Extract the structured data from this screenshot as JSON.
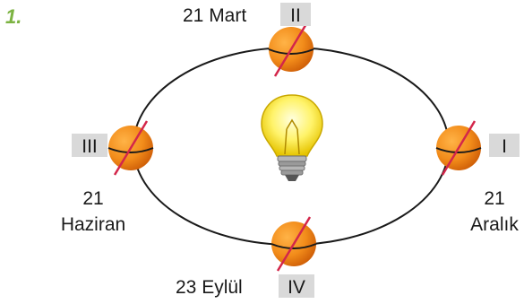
{
  "question_number": "1.",
  "colors": {
    "question_number": "#7cb342",
    "orbit": "#1a1a1a",
    "planet_fill": "#f28c1a",
    "planet_dark": "#d96a0c",
    "axis": "#d3264a",
    "bulb_glass": "#fff36a",
    "bulb_base": "#9a9a9a",
    "label_box": "#d9d9d9"
  },
  "icons": {
    "sun": "light-bulb-icon",
    "earth": "earth-globe-icon"
  },
  "positions": [
    {
      "key": "top",
      "roman": "II",
      "date_lines": [
        "21 Mart"
      ]
    },
    {
      "key": "right",
      "roman": "I",
      "date_lines": [
        "21",
        "Aralık"
      ]
    },
    {
      "key": "bottom",
      "roman": "IV",
      "date_lines": [
        "23 Eylül"
      ]
    },
    {
      "key": "left",
      "roman": "III",
      "date_lines": [
        "21",
        "Haziran"
      ]
    }
  ]
}
